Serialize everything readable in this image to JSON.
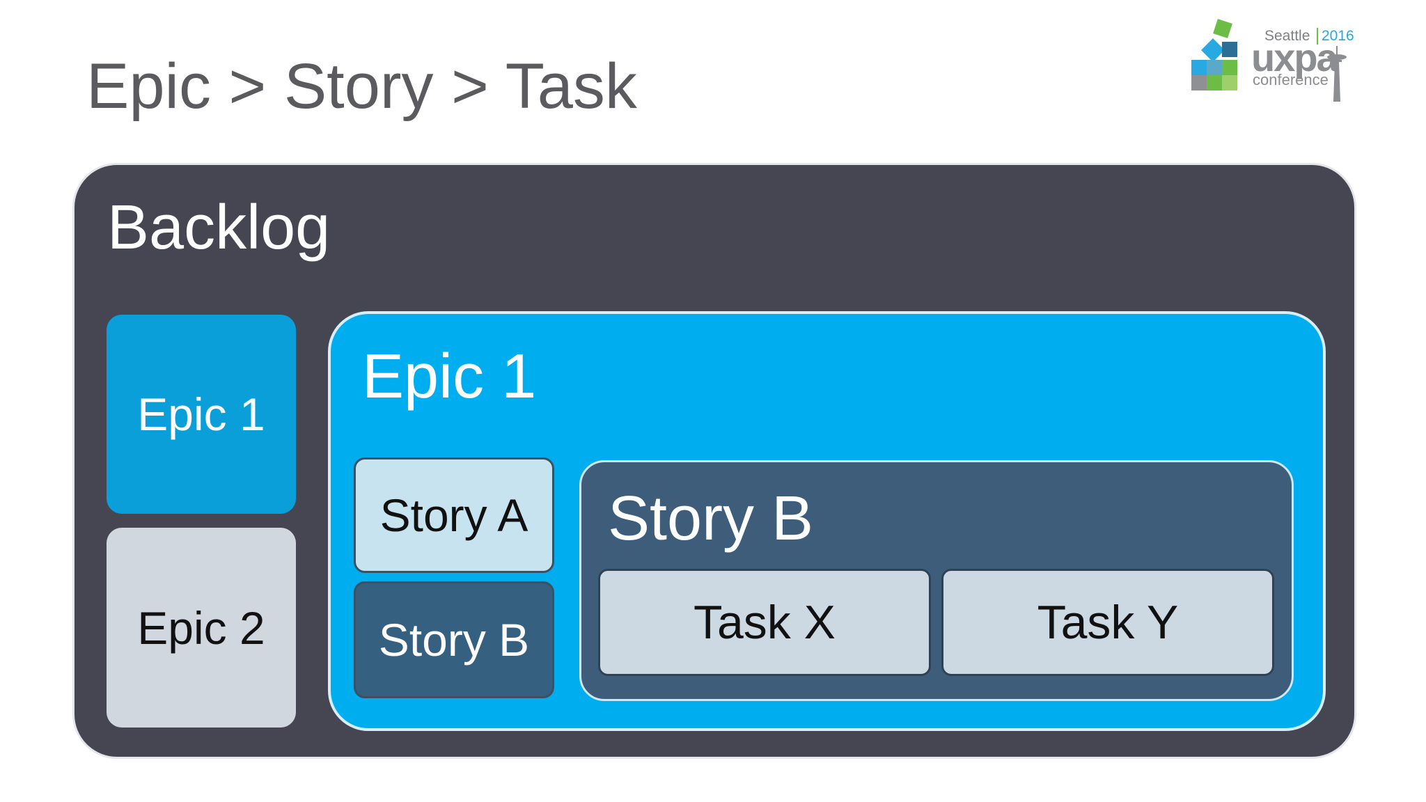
{
  "slide": {
    "title": "Epic > Story > Task"
  },
  "logo": {
    "city": "Seattle",
    "year": "2016",
    "name": "uxpa",
    "tagline": "conference"
  },
  "backlog": {
    "title": "Backlog",
    "epics": [
      "Epic 1",
      "Epic 2"
    ]
  },
  "epic_panel": {
    "title": "Epic 1",
    "stories": [
      "Story A",
      "Story B"
    ]
  },
  "story_panel": {
    "title": "Story B",
    "tasks": [
      "Task X",
      "Task Y"
    ]
  },
  "colors": {
    "backlog_bg": "#464552",
    "epic_active": "#0b9fd9",
    "epic_inactive": "#d0d7de",
    "epic_panel": "#00adee",
    "story_a": "#c6e3ef",
    "story_b": "#35607f",
    "story_panel": "#3e5d7b",
    "task": "#ccd9e3"
  }
}
